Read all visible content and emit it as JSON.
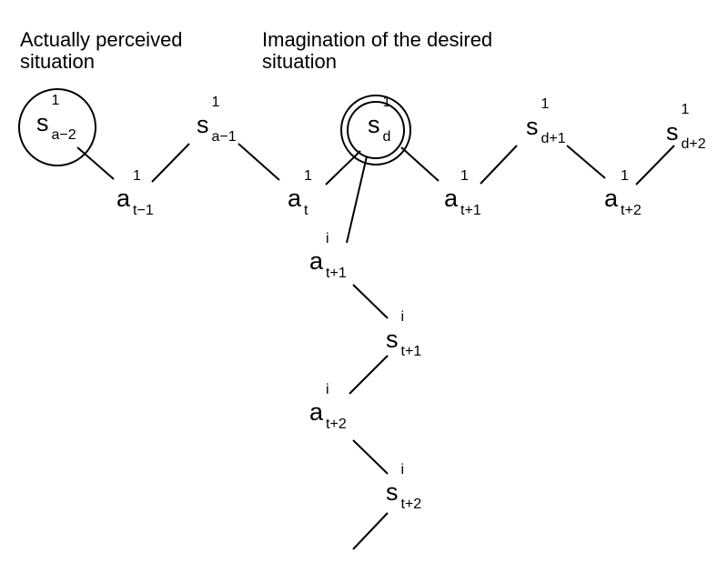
{
  "captions": {
    "perceived": "Actually perceived\nsituation",
    "desired": "Imagination of the desired\nsituation"
  },
  "nodes": {
    "s_a2": {
      "base": "s",
      "sup": "1",
      "sub": "a−2"
    },
    "s_a1": {
      "base": "s",
      "sup": "1",
      "sub": "a−1"
    },
    "s_d": {
      "base": "s",
      "sup": "1",
      "sub": "d"
    },
    "s_d1": {
      "base": "s",
      "sup": "1",
      "sub": "d+1"
    },
    "s_d2": {
      "base": "s",
      "sup": "1",
      "sub": "d+2"
    },
    "a_tm1": {
      "base": "a",
      "sup": "1",
      "sub": "t−1"
    },
    "a_t": {
      "base": "a",
      "sup": "1",
      "sub": "t"
    },
    "a_tp1": {
      "base": "a",
      "sup": "1",
      "sub": "t+1"
    },
    "a_tp2": {
      "base": "a",
      "sup": "1",
      "sub": "t+2"
    },
    "ai_tp1": {
      "base": "a",
      "sup": "i",
      "sub": "t+1"
    },
    "si_tp1": {
      "base": "s",
      "sup": "i",
      "sub": "t+1"
    },
    "ai_tp2": {
      "base": "a",
      "sup": "i",
      "sub": "t+2"
    },
    "si_tp2": {
      "base": "s",
      "sup": "i",
      "sub": "t+2"
    }
  }
}
